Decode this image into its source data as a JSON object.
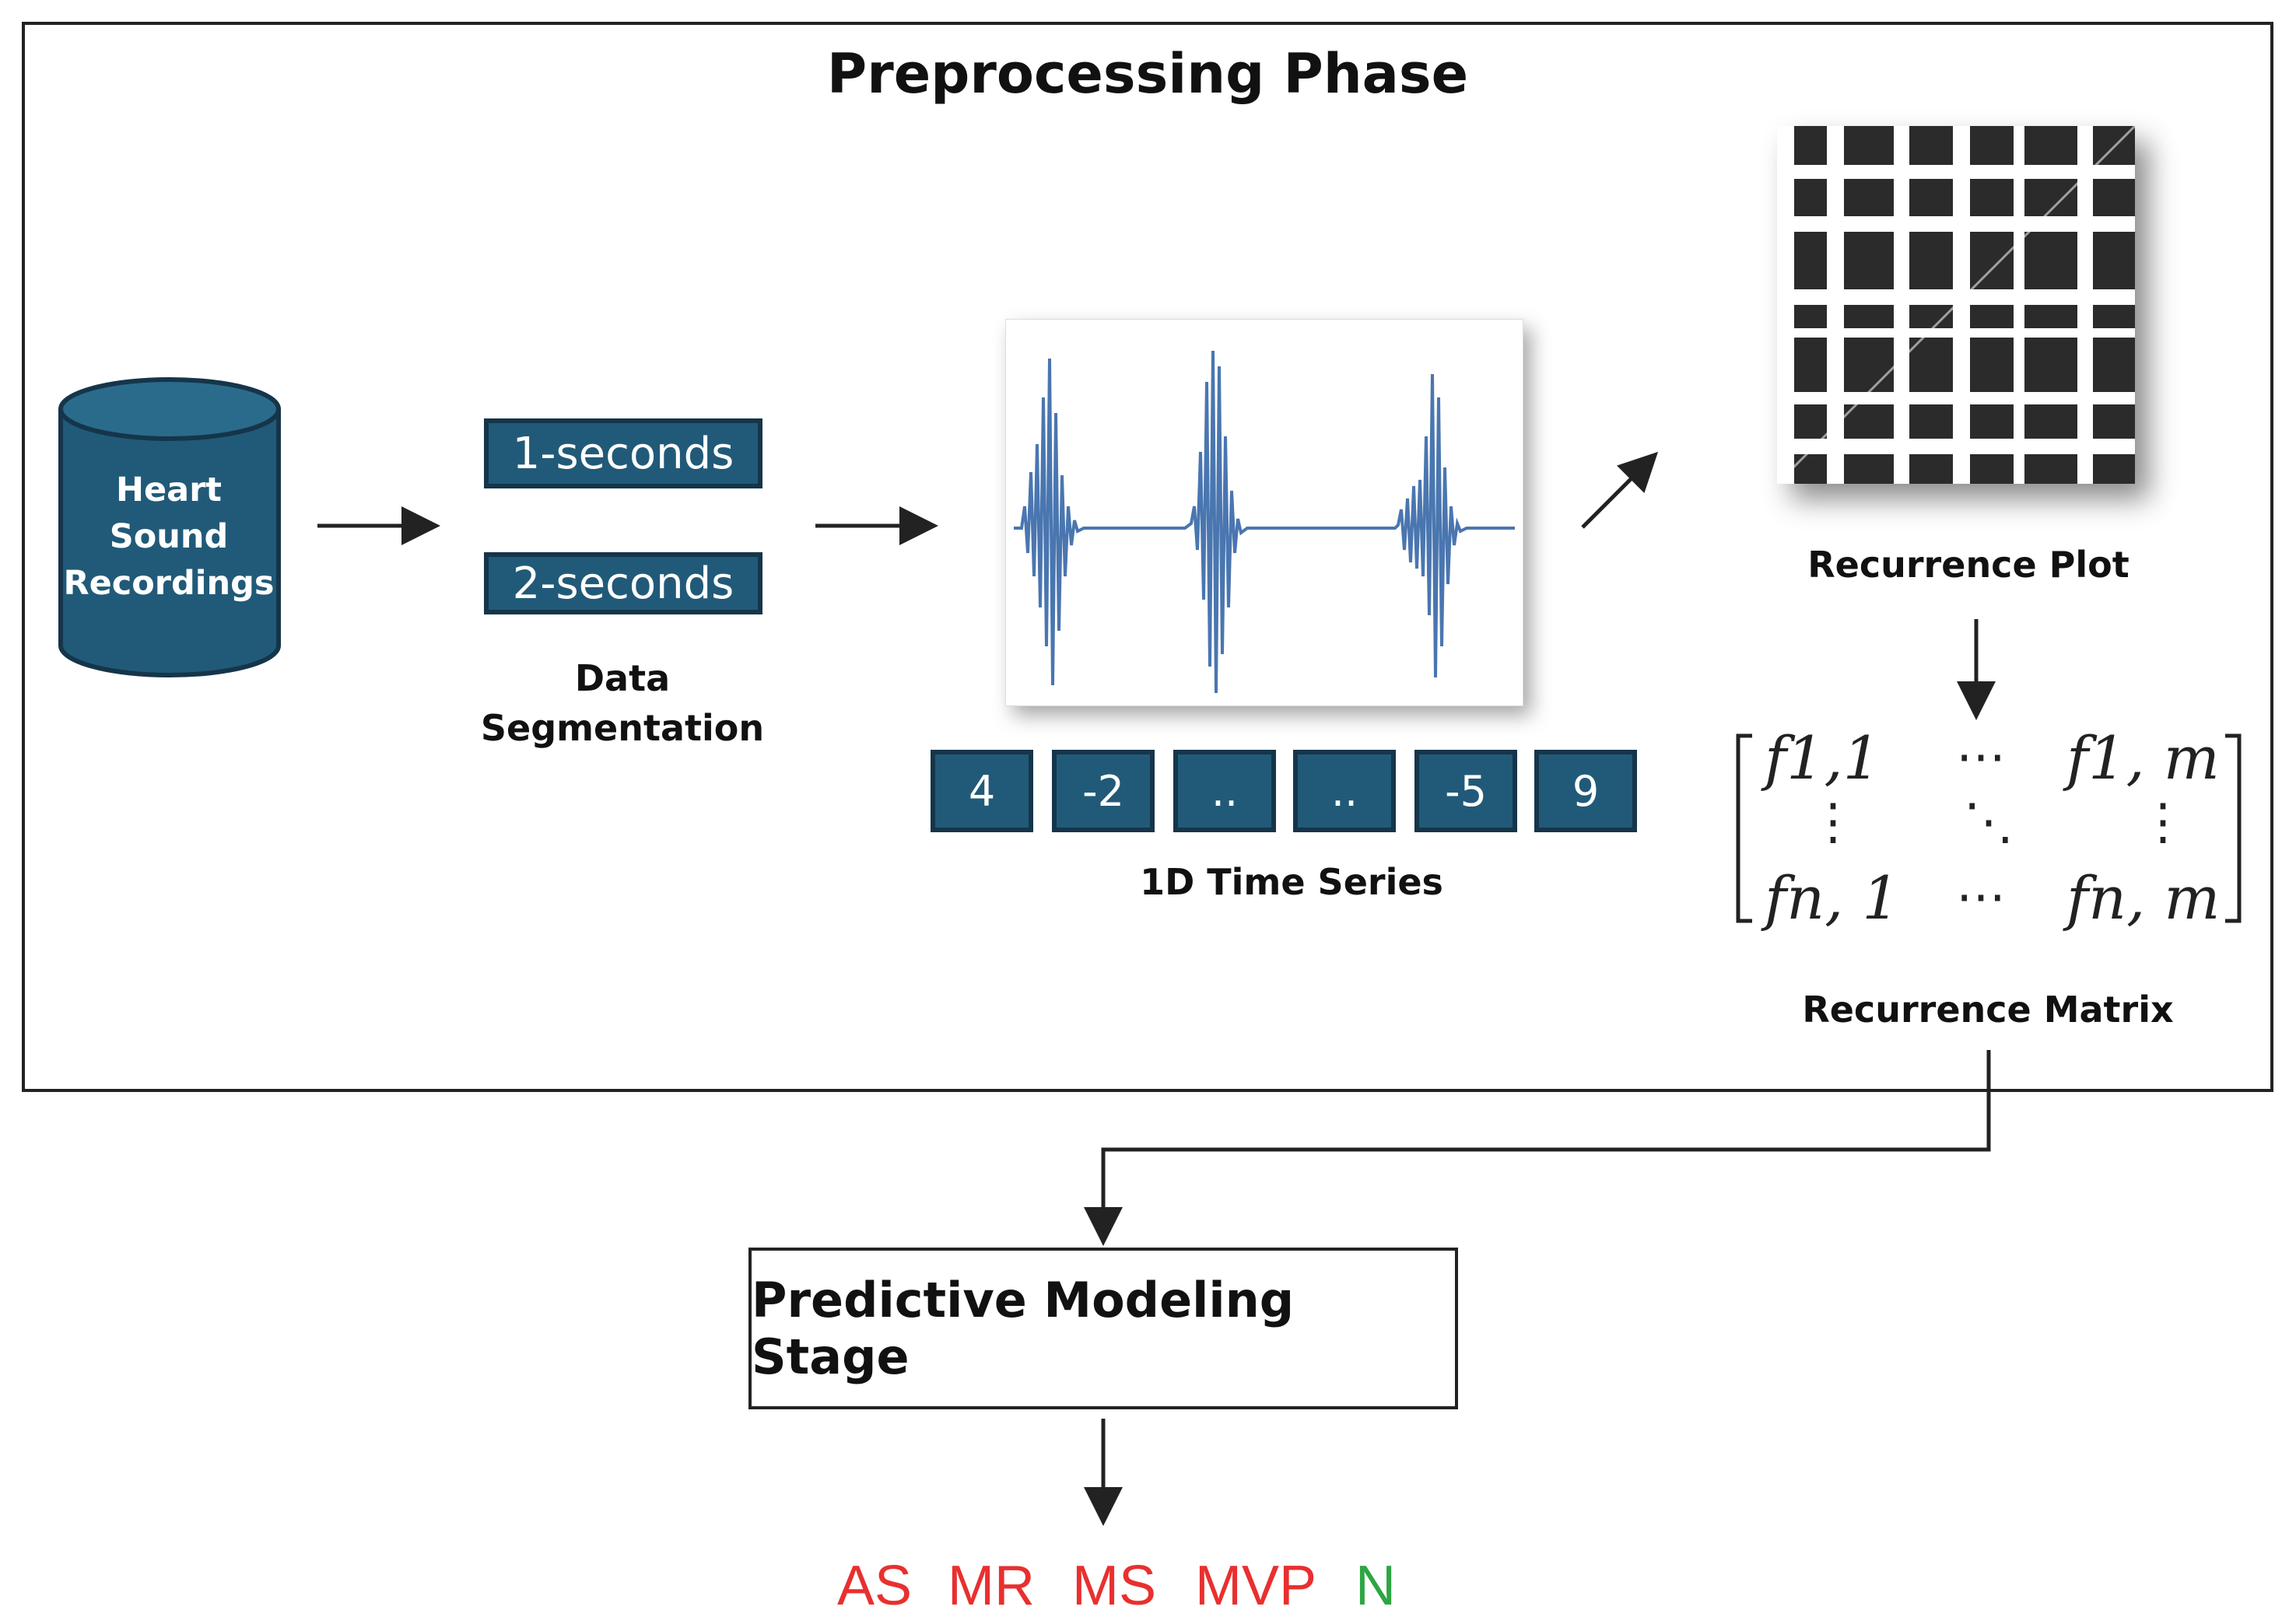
{
  "preprocessing": {
    "title": "Preprocessing Phase",
    "cylinder_lines": [
      "Heart",
      "Sound",
      "Recordings"
    ],
    "segments": [
      "1-seconds",
      "2-seconds"
    ],
    "segmentation_label": [
      "Data",
      "Segmentation"
    ],
    "time_series_values": [
      "4",
      "-2",
      "..",
      "..",
      "-5",
      "9"
    ],
    "time_series_label": "1D Time Series",
    "recurrence_plot_label": "Recurrence Plot",
    "matrix": {
      "top_left": "f1,1",
      "top_mid": "⋯",
      "top_right": "f1, m",
      "mid_left": "⋮",
      "mid_mid": "⋱",
      "mid_right": "⋮",
      "bot_left": "fn, 1",
      "bot_mid": "⋯",
      "bot_right": "fn, m"
    },
    "recurrence_matrix_label": "Recurrence Matrix"
  },
  "predictive_stage": {
    "label": "Predictive Modeling Stage"
  },
  "classes": [
    {
      "label": "AS",
      "color": "#e8302f"
    },
    {
      "label": "MR",
      "color": "#e8302f"
    },
    {
      "label": "MS",
      "color": "#e8302f"
    },
    {
      "label": "MVP",
      "color": "#e8302f"
    },
    {
      "label": "N",
      "color": "#2ca642"
    }
  ],
  "colors": {
    "box_fill": "#215a78",
    "box_border": "#15354a",
    "waveform": "#4a76b0"
  }
}
